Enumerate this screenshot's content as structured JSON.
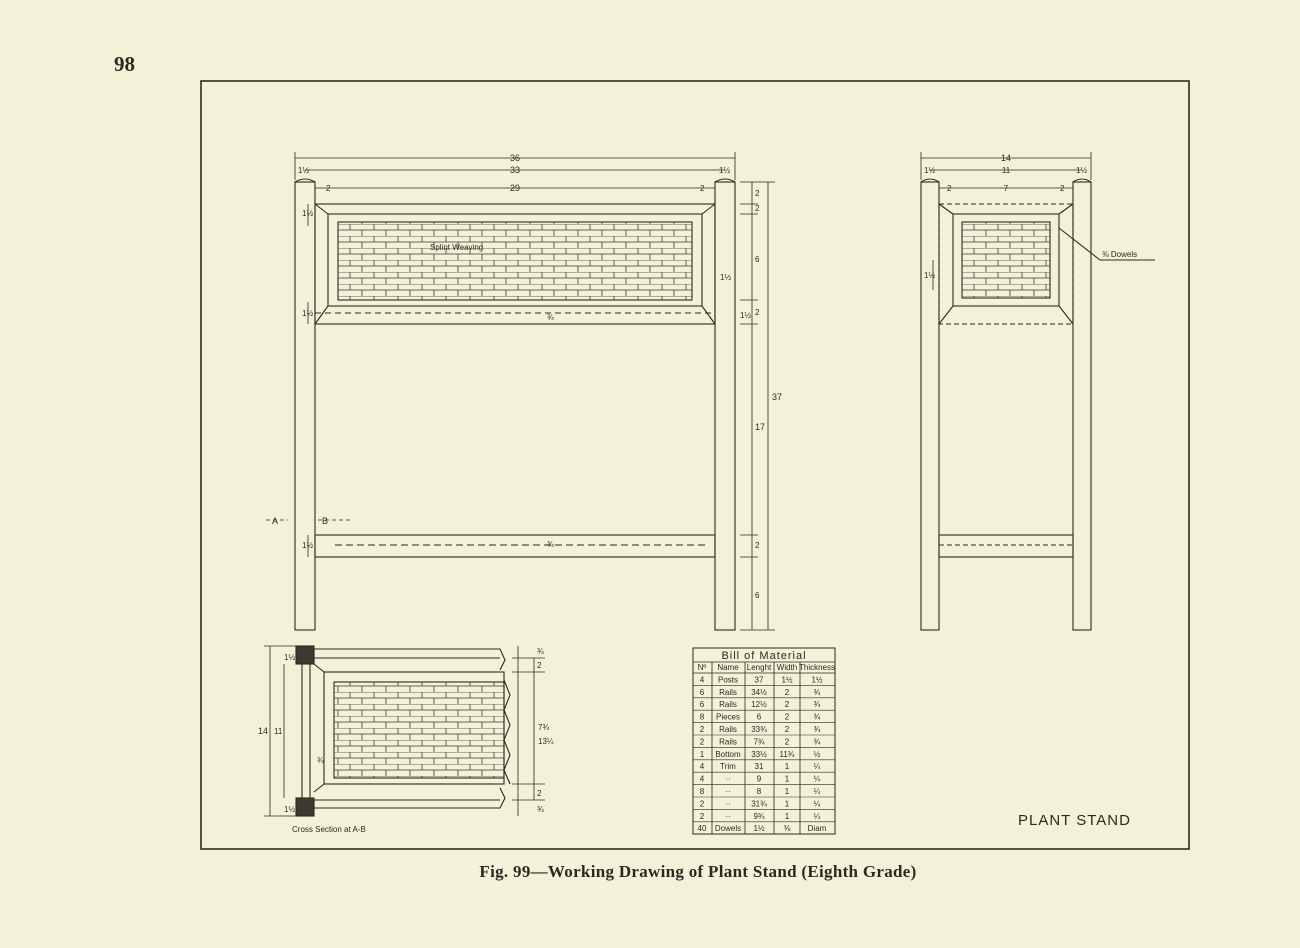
{
  "page_number": "98",
  "caption": "Fig. 99—Working Drawing of Plant Stand (Eighth Grade)",
  "drawing": {
    "title": "PLANT STAND",
    "front": {
      "dims": {
        "overall_width": "36",
        "inner_width": "33",
        "panel_width": "29",
        "left_offset": "2",
        "right_offset": "2",
        "post_half_left": "1½",
        "post_half_right": "1½",
        "height_total": "37",
        "h_top": "2",
        "h_rail1": "2",
        "h_panel": "6",
        "h_rail2": "2",
        "h_mid": "17",
        "h_rail3": "2",
        "h_bottom": "6",
        "rail_top_mark": "¾",
        "rail_bottom_mark": "¾",
        "post_mark_top": "1½",
        "post_mark_mid": "1½",
        "post_mark_low": "1½",
        "side_rail_left": "1½",
        "side_rail_right": "1½"
      },
      "weaving_label": "Splint Weaving",
      "section_marker_a": "A",
      "section_marker_b": "B"
    },
    "side": {
      "dims": {
        "overall_width": "14",
        "inner_width": "11",
        "panel_width": "7",
        "left_offset": "2",
        "right_offset": "2",
        "post_half_left": "1½",
        "post_half_right": "1½",
        "side_mark": "1½"
      },
      "dowels_label": "⅜ Dowels"
    },
    "cross_section": {
      "label": "Cross Section at A-B",
      "dims": {
        "width_14": "14",
        "width_11": "11",
        "top_half": "1½",
        "bot_half": "1½",
        "mid_small": "¾",
        "right_top": "¾",
        "right_2a": "2",
        "right_73": "7¾",
        "right_131": "13¼",
        "right_2b": "2",
        "right_34": "¾"
      }
    },
    "bill_of_material": {
      "title": "Bill of Material",
      "headers": [
        "Nº",
        "Name",
        "Lenght",
        "Width",
        "Thickness"
      ],
      "rows": [
        [
          "4",
          "Posts",
          "37",
          "1½",
          "1½"
        ],
        [
          "6",
          "Rails",
          "34½",
          "2",
          "¾"
        ],
        [
          "6",
          "Rails",
          "12½",
          "2",
          "¾"
        ],
        [
          "8",
          "Pieces",
          "6",
          "2",
          "¾"
        ],
        [
          "2",
          "Rails",
          "33¾",
          "2",
          "¾"
        ],
        [
          "2",
          "Rails",
          "7¾",
          "2",
          "¾"
        ],
        [
          "1",
          "Bottom",
          "33½",
          "11¾",
          "½"
        ],
        [
          "4",
          "Trim",
          "31",
          "1",
          "¼"
        ],
        [
          "4",
          "··",
          "9",
          "1",
          "¼"
        ],
        [
          "8",
          "··",
          "8",
          "1",
          "¼"
        ],
        [
          "2",
          "··",
          "31¾",
          "1",
          "¼"
        ],
        [
          "2",
          "··",
          "9¾",
          "1",
          "¼"
        ],
        [
          "40",
          "Dowels",
          "1½",
          "⅜",
          "Diam"
        ]
      ]
    }
  }
}
